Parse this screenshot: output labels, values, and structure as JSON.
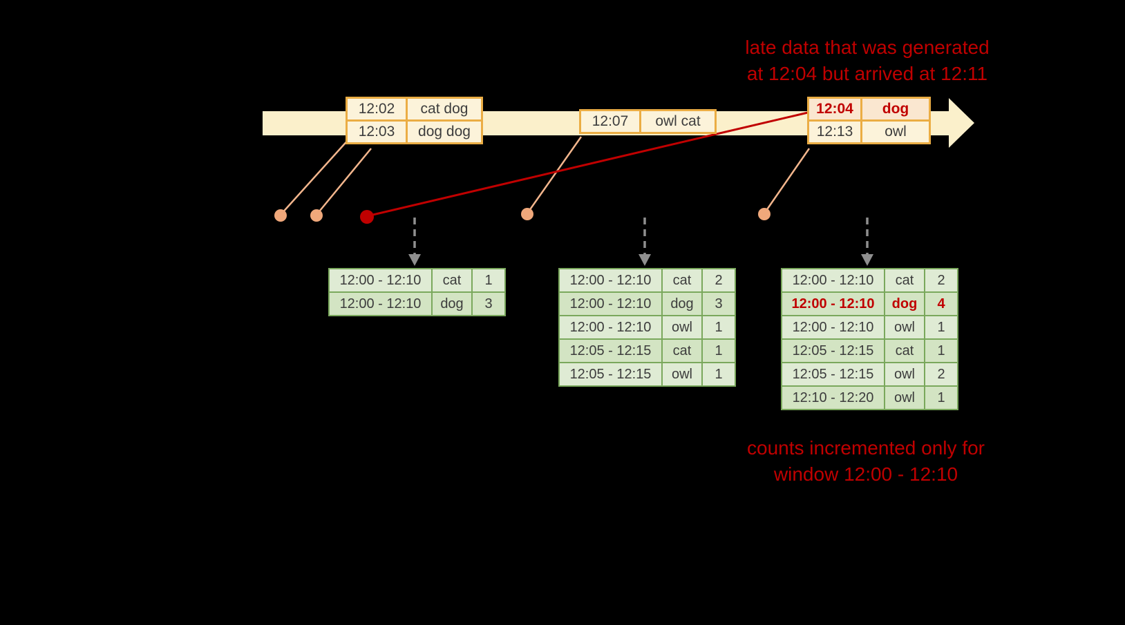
{
  "annotations": {
    "late_data_line1": "late data that was generated",
    "late_data_line2": "at 12:04 but arrived at 12:11",
    "counts_line1": "counts incremented only for",
    "counts_line2": "window 12:00 - 12:10"
  },
  "event_tables": {
    "table1": {
      "rows": [
        {
          "time": "12:02",
          "words": "cat dog"
        },
        {
          "time": "12:03",
          "words": "dog dog"
        }
      ]
    },
    "table2": {
      "rows": [
        {
          "time": "12:07",
          "words": "owl cat"
        }
      ]
    },
    "table3": {
      "rows": [
        {
          "time": "12:04",
          "words": "dog"
        },
        {
          "time": "12:13",
          "words": "owl"
        }
      ]
    }
  },
  "result_tables": {
    "table1": {
      "rows": [
        {
          "window": "12:00 - 12:10",
          "word": "cat",
          "count": "1"
        },
        {
          "window": "12:00 - 12:10",
          "word": "dog",
          "count": "3"
        }
      ]
    },
    "table2": {
      "rows": [
        {
          "window": "12:00 - 12:10",
          "word": "cat",
          "count": "2"
        },
        {
          "window": "12:00 - 12:10",
          "word": "dog",
          "count": "3"
        },
        {
          "window": "12:00 - 12:10",
          "word": "owl",
          "count": "1"
        },
        {
          "window": "12:05 - 12:15",
          "word": "cat",
          "count": "1"
        },
        {
          "window": "12:05 - 12:15",
          "word": "owl",
          "count": "1"
        }
      ]
    },
    "table3": {
      "rows": [
        {
          "window": "12:00 - 12:10",
          "word": "cat",
          "count": "2"
        },
        {
          "window": "12:00 - 12:10",
          "word": "dog",
          "count": "4"
        },
        {
          "window": "12:00 - 12:10",
          "word": "owl",
          "count": "1"
        },
        {
          "window": "12:05 - 12:15",
          "word": "cat",
          "count": "1"
        },
        {
          "window": "12:05 - 12:15",
          "word": "owl",
          "count": "2"
        },
        {
          "window": "12:10 - 12:20",
          "word": "owl",
          "count": "1"
        }
      ]
    }
  },
  "colors": {
    "accent_red": "#c00000",
    "timeline_fill": "#fbf0cb",
    "event_table_border": "#ebad44",
    "event_table_fill": "#fcf3da",
    "late_cell_fill": "#fae7d0",
    "result_table_border": "#7aa85c",
    "result_row_light": "#dfebd4",
    "result_row_dark": "#d3e4c3",
    "dot_salmon": "#f0a87b",
    "connector_salmon": "#f3b68d",
    "dashed_arrow_gray": "#8f8f8f"
  }
}
